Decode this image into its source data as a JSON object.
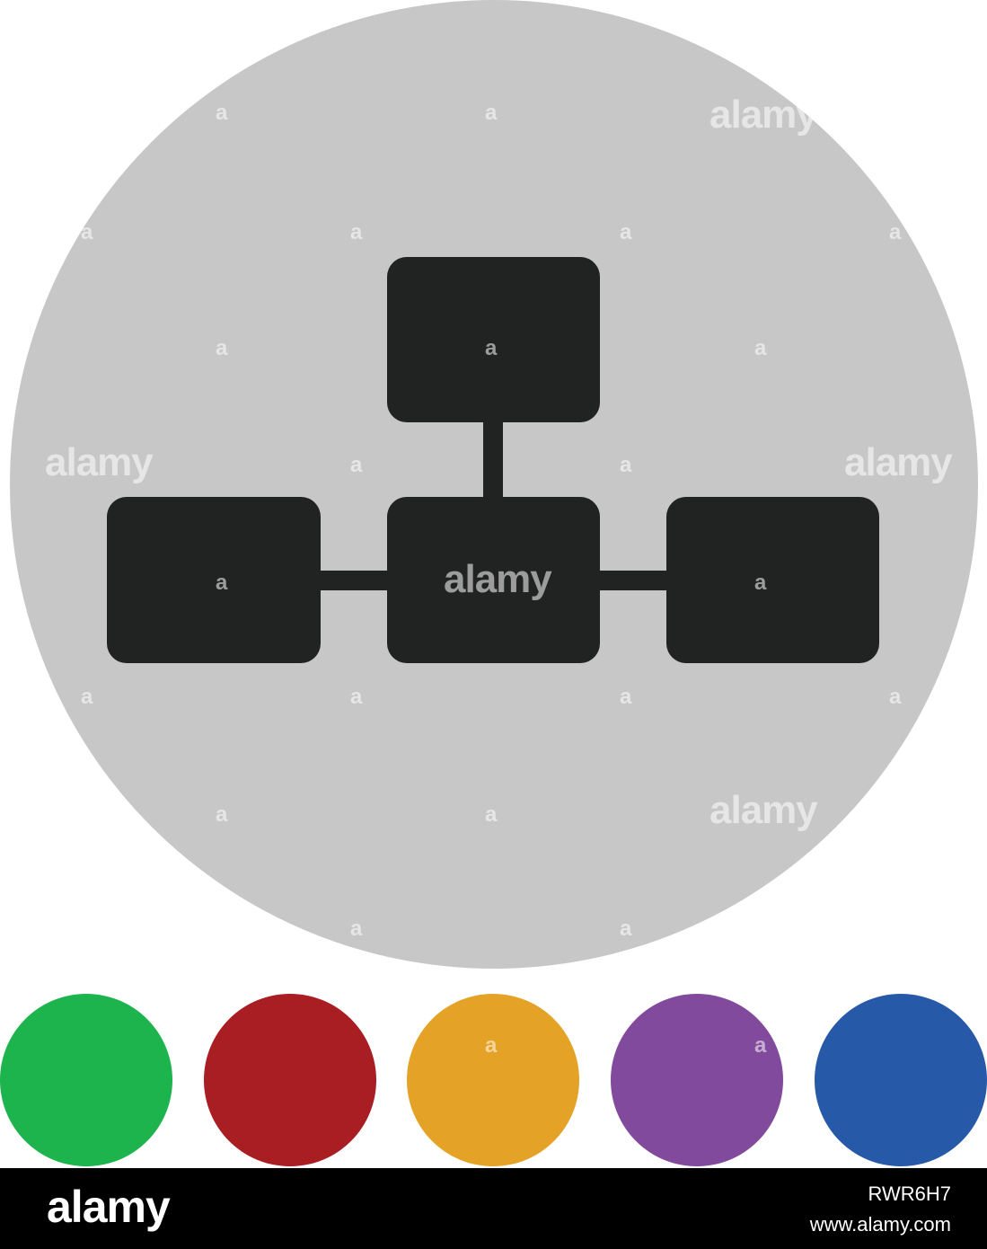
{
  "icon": "hierarchy-network-icon",
  "colors": {
    "background_circle": "#c7c7c7",
    "icon_fill": "#212322",
    "swatches": [
      "#1db34d",
      "#a81e22",
      "#e4a227",
      "#814a9c",
      "#2659a7"
    ]
  },
  "watermark": {
    "text": "alamy",
    "mark": "a"
  },
  "footer": {
    "logo": "alamy",
    "image_id": "RWR6H7",
    "url": "www.alamy.com"
  }
}
